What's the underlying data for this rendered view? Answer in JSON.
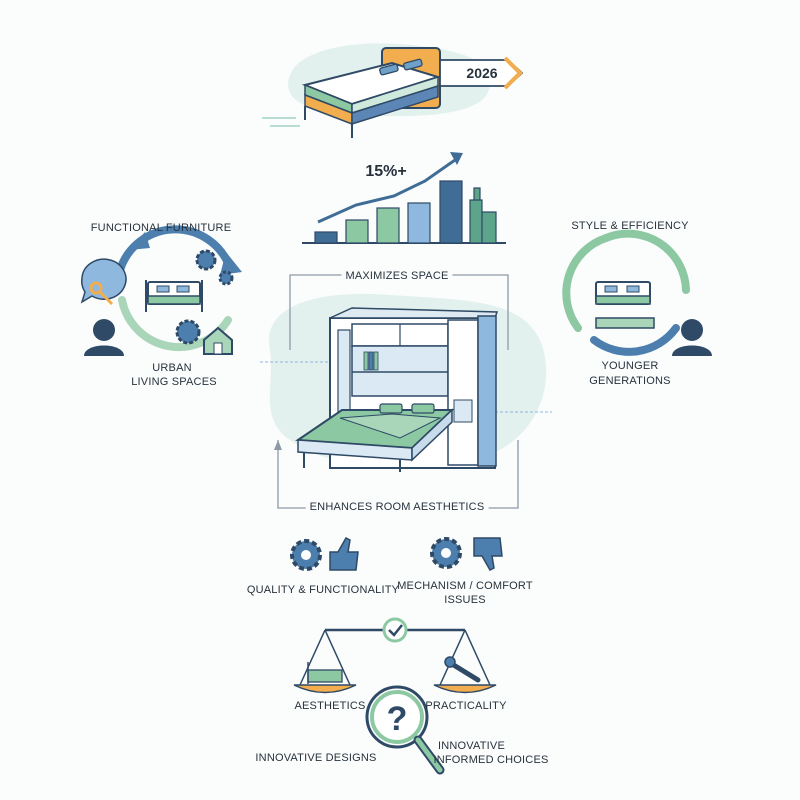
{
  "top": {
    "year": "2026",
    "growth": "15%+"
  },
  "left": {
    "title": "FUNCTIONAL FURNITURE",
    "line1": "URBAN",
    "line2": "LIVING SPACES"
  },
  "right": {
    "title": "STYLE & EFFICIENCY",
    "line1": "YOUNGER",
    "line2": "GENERATIONS"
  },
  "center": {
    "top_label": "MAXIMIZES SPACE",
    "bottom_label": "ENHANCES ROOM AESTHETICS"
  },
  "feedback": {
    "positive": "QUALITY & FUNCTIONALITY",
    "negative_line1": "MECHANISM / COMFORT",
    "negative_line2": "ISSUES"
  },
  "balance": {
    "left": "AESTHETICS",
    "right": "PRACTICALITY",
    "bottom_left": "INNOVATIVE DESIGNS",
    "bottom_right_line1": "INNOVATIVE",
    "bottom_right_line2": "INFORMED CHOICES"
  },
  "colors": {
    "navy": "#2f4a66",
    "blue": "#4d7fae",
    "green": "#8cc9a3",
    "orange": "#f1ad4e",
    "teal": "#5da58a",
    "light_teal": "#e3f1ee"
  }
}
